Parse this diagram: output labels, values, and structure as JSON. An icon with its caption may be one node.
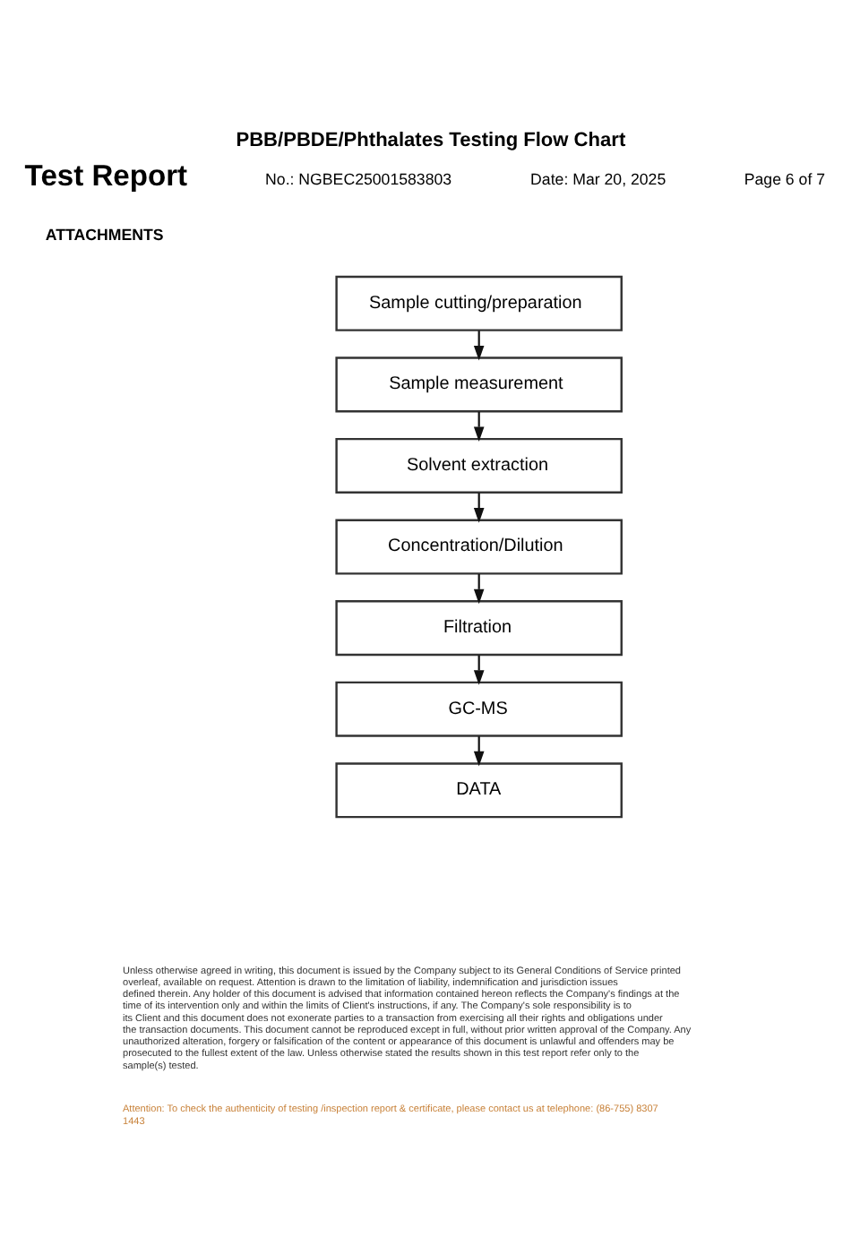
{
  "diagram": {
    "title": "PBB/PBDE/Phthalates Testing Flow Chart",
    "nodes": [
      {
        "text": [
          "Sample cutting/preparation"
        ]
      },
      {
        "text": [
          "Sample measurement"
        ]
      },
      {
        "text": [
          "Solvent extraction"
        ]
      },
      {
        "text": [
          "Concentration/Dilution"
        ]
      },
      {
        "text": [
          "Filtration"
        ]
      },
      {
        "text": [
          "GC-MS"
        ]
      },
      {
        "text": [
          "DATA"
        ]
      }
    ],
    "edges": [
      {
        "from": 0,
        "to": 1,
        "arrow": "to"
      },
      {
        "from": 1,
        "to": 2,
        "arrow": "to"
      },
      {
        "from": 2,
        "to": 3,
        "arrow": "to"
      },
      {
        "from": 3,
        "to": 4,
        "arrow": "to"
      },
      {
        "from": 4,
        "to": 5,
        "arrow": "to"
      },
      {
        "from": 5,
        "to": 6,
        "arrow": "to"
      }
    ],
    "labels": [
      "Test Report",
      "No.: NGBEC25001583803",
      "Date: Mar 20, 2025",
      "Page 6 of 7",
      "ATTACHMENTS",
      "Unless otherwise agreed in writing, this document is issued by the Company subject to its General Conditions of Service printed overleaf, available on request. Attention is drawn to the limitation of liability, indemnification and jurisdiction issues defined therein. Any holder of this document is advised that information contained hereon reflects the Company's findings at the time of its intervention only and within the limits of Client's instructions, if any. The Company's sole responsibility is to its Client and this document does not exonerate parties to a transaction from exercising all their rights and obligations under the transaction documents. This document cannot be reproduced except in full, without prior written approval of the Company. Any unauthorized alteration, forgery or falsification of the content or appearance of this document is unlawful and offenders may be prosecuted to the fullest extent of the law. Unless otherwise stated the results shown in this test report refer only to the sample(s) tested.",
      "Attention: To check the authenticity of testing /inspection report & certificate, please contact us at telephone: (86-755) 8307 1443"
    ]
  }
}
